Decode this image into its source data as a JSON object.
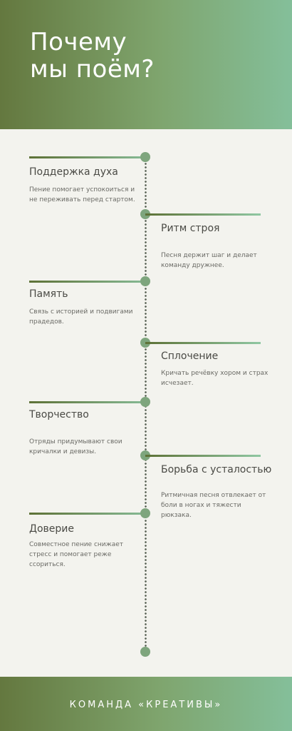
{
  "header": {
    "title_line1": "Почему",
    "title_line2": "мы поём?"
  },
  "items": [
    {
      "title": "Поддержка духа",
      "text": "Пение помогает успокоиться и не переживать перед стартом."
    },
    {
      "title": "Ритм строя",
      "text": "Песня держит шаг и делает команду дружнее."
    },
    {
      "title": "Память",
      "text": "Связь с историей и подвигами прадедов."
    },
    {
      "title": "Сплочение",
      "text": "Кричать речёвку хором и страх исчезает."
    },
    {
      "title": "Творчество",
      "text": "Отряды придумывают свои кричалки и девизы."
    },
    {
      "title": "Борьба с усталостью",
      "text": "Ритмичная песня отвлекает от боли в ногах и тяжести рюкзака."
    },
    {
      "title": "Доверие",
      "text": "Совместное пение снижает стресс и помогает реже ссориться."
    }
  ],
  "footer": {
    "text": "КОМАНДА «КРЕАТИВЫ»"
  },
  "colors": {
    "accent_dark": "#64783f",
    "accent_light": "#84bf9a",
    "dot": "#7ea57d",
    "background": "#f3f3ee"
  }
}
